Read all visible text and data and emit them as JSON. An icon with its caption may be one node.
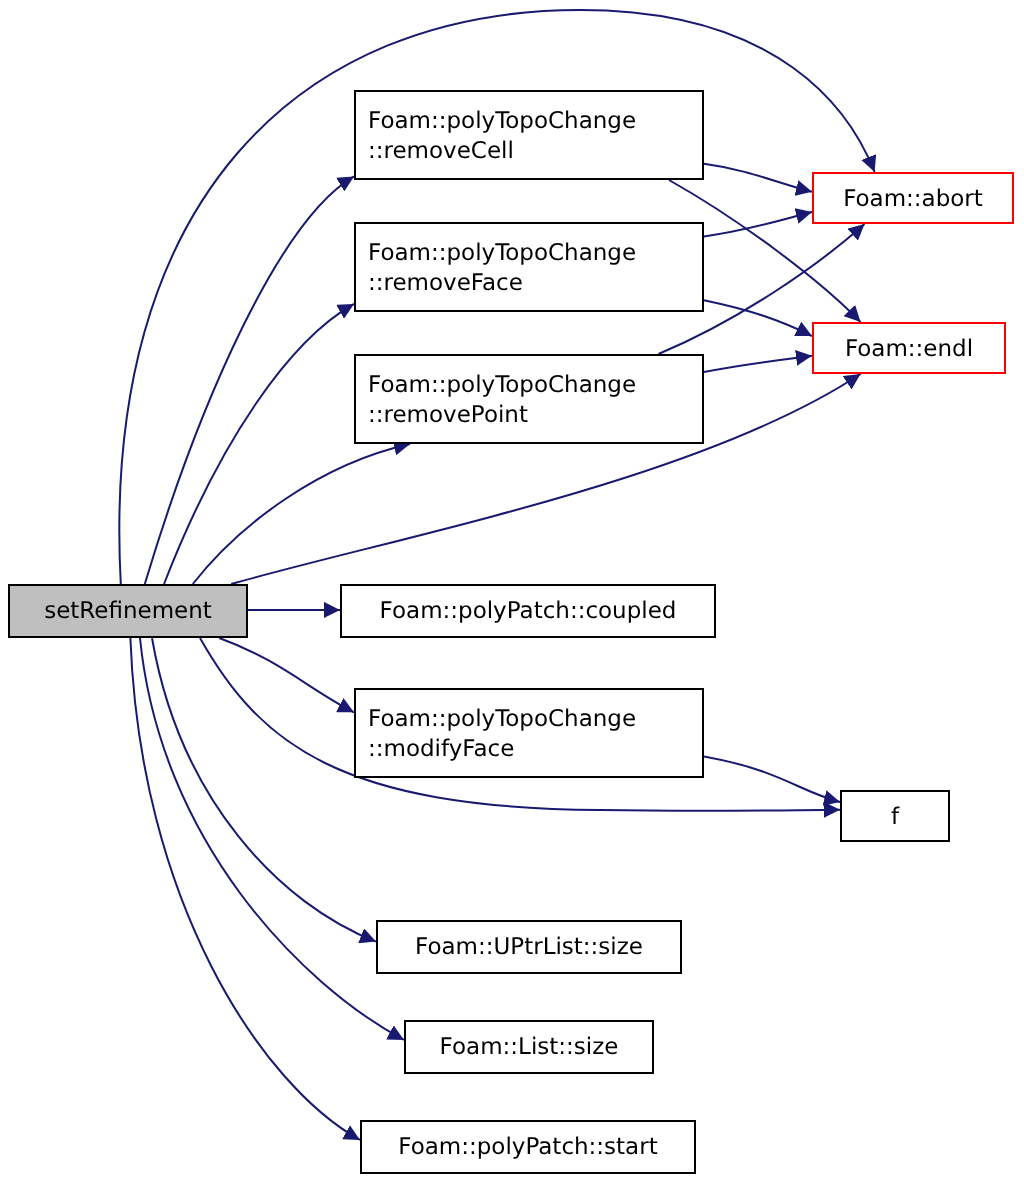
{
  "diagram": {
    "nodes": [
      {
        "text": [
          "setRefinement"
        ]
      },
      {
        "text": [
          "Foam::polyTopoChange ::removeCell"
        ]
      },
      {
        "text": [
          "Foam::abort"
        ]
      },
      {
        "text": [
          "Foam::polyTopoChange ::removeFace"
        ]
      },
      {
        "text": [
          "Foam::endl"
        ]
      },
      {
        "text": [
          "Foam::polyTopoChange ::removePoint"
        ]
      },
      {
        "text": [
          "Foam::polyPatch::coupled"
        ]
      },
      {
        "text": [
          "Foam::polyTopoChange ::modifyFace"
        ]
      },
      {
        "text": [
          "f"
        ]
      },
      {
        "text": [
          "Foam::UPtrList::size"
        ]
      },
      {
        "text": [
          "Foam::List::size"
        ]
      },
      {
        "text": [
          "Foam::polyPatch::start"
        ]
      }
    ],
    "edges": [
      {
        "from": 0,
        "to": 2,
        "arrow": "to"
      },
      {
        "from": 0,
        "to": 1,
        "arrow": "to"
      },
      {
        "from": 0,
        "to": 3,
        "arrow": "to"
      },
      {
        "from": 0,
        "to": 5,
        "arrow": "to"
      },
      {
        "from": 0,
        "to": 4,
        "arrow": "to"
      },
      {
        "from": 0,
        "to": 6,
        "arrow": "to"
      },
      {
        "from": 0,
        "to": 7,
        "arrow": "to"
      },
      {
        "from": 0,
        "to": 8,
        "arrow": "to"
      },
      {
        "from": 0,
        "to": 9,
        "arrow": "to"
      },
      {
        "from": 0,
        "to": 10,
        "arrow": "to"
      },
      {
        "from": 0,
        "to": 11,
        "arrow": "to"
      },
      {
        "from": 1,
        "to": 2,
        "arrow": "to"
      },
      {
        "from": 1,
        "to": 4,
        "arrow": "to"
      },
      {
        "from": 3,
        "to": 2,
        "arrow": "to"
      },
      {
        "from": 3,
        "to": 4,
        "arrow": "to"
      },
      {
        "from": 5,
        "to": 2,
        "arrow": "to"
      },
      {
        "from": 5,
        "to": 4,
        "arrow": "to"
      },
      {
        "from": 7,
        "to": 8,
        "arrow": "to"
      }
    ]
  }
}
